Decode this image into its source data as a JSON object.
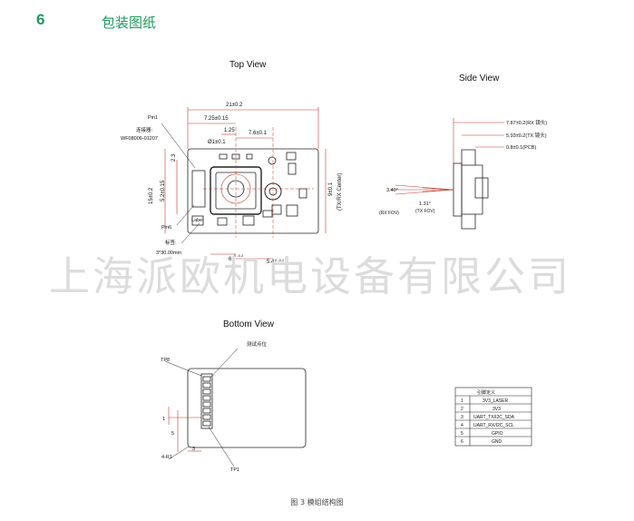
{
  "section": {
    "number": "6",
    "title": "包装图纸"
  },
  "views": {
    "top": "Top View",
    "side": "Side View",
    "bottom": "Bottom View"
  },
  "top_view": {
    "dim_total_width": "21±0.2",
    "dim_7_25": "7.25±0.15",
    "dim_1_25": "1.25",
    "dim_7_6": "7.6±0.1",
    "dim_hole": "Ø1±0.1",
    "dim_height": "15±0.2",
    "dim_5_2": "5.2±0.15",
    "dim_2_3": "2.3",
    "dim_9": "9±0.1",
    "tx_rx_center": "(TX/RX Center)",
    "dim_6": "6",
    "dim_6_tol": "0\n-0.2",
    "dim_5_4": "5.4",
    "dim_5_4_tol": "0\n-0.2",
    "pin1": "Pin1",
    "connector_label": "连接器:",
    "connector_part": "WF08006-01207",
    "label": "Label",
    "pin6": "Pin6",
    "tag_label": "标签:",
    "tag_size": "3*30.00mm"
  },
  "side_view": {
    "dim_lens_rx": "7.87±0.2(RX 镜头)",
    "dim_lens_tx": "5.93±0.2(TX 镜头)",
    "dim_pcb": "0.8±0.1(PCB)",
    "angle_rx": "3.40°",
    "angle_tx": "1.31°",
    "rx_fov": "(RX FOV)",
    "tx_fov": "(TX FOV)"
  },
  "bottom_view": {
    "test_point_label": "测试点位",
    "tp8": "TP8",
    "tp1": "TP1",
    "dim_1": "1",
    "dim_5": "5",
    "dim_3": "3",
    "dim_r1": "4-R1"
  },
  "pin_table": {
    "header": "引脚定义",
    "rows": [
      {
        "pin": "1",
        "name": "3V3_LASER"
      },
      {
        "pin": "2",
        "name": "3V3"
      },
      {
        "pin": "3",
        "name": "UART_TX/I2C_SDA"
      },
      {
        "pin": "4",
        "name": "UART_RX/I2C_SCL"
      },
      {
        "pin": "5",
        "name": "GPIO"
      },
      {
        "pin": "6",
        "name": "GND"
      }
    ]
  },
  "watermark": "上海派欧机电设备有限公司",
  "caption": "图 3   模组结构图",
  "colors": {
    "accent": "#1a9a5a",
    "dim_line": "#c0392b",
    "outline": "#222222",
    "watermark": "#dcdcdc"
  }
}
